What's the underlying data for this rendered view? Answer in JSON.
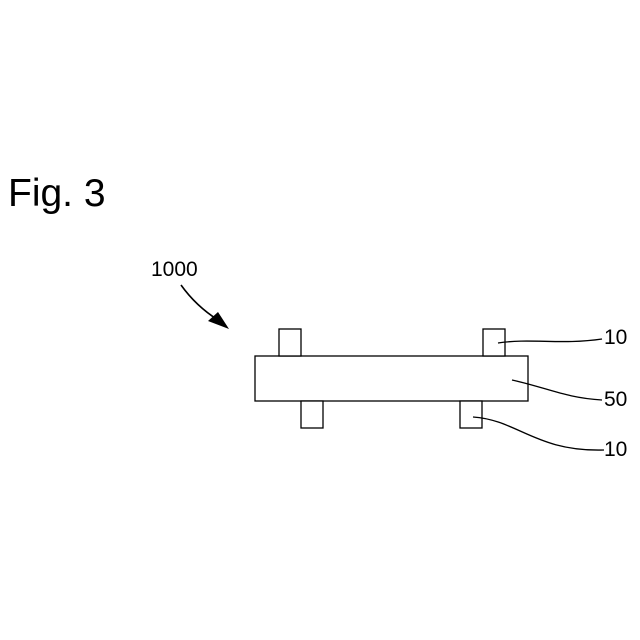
{
  "figure": {
    "title": "Fig. 3"
  },
  "labels": {
    "assembly": "1000",
    "upper_tab": "10",
    "strip": "50",
    "lower_tab": "10"
  },
  "colors": {
    "ink": "#000000",
    "background": "#ffffff"
  }
}
